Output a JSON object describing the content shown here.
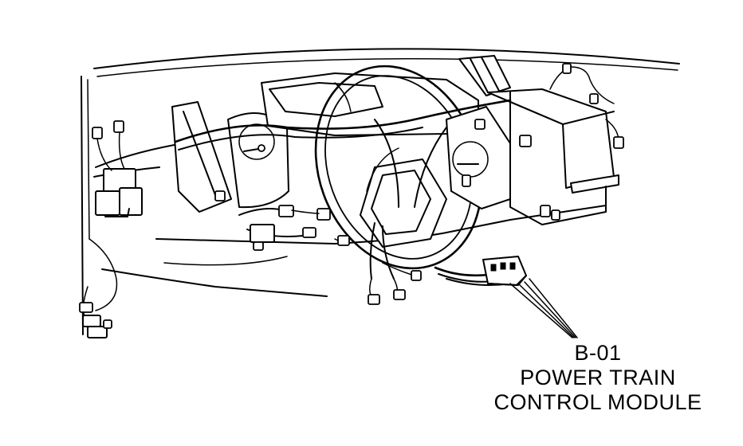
{
  "callout": {
    "code": "B-01",
    "line1": "POWER TRAIN",
    "line2": "CONTROL MODULE"
  },
  "colors": {
    "ink": "#000000",
    "paper": "#ffffff"
  }
}
